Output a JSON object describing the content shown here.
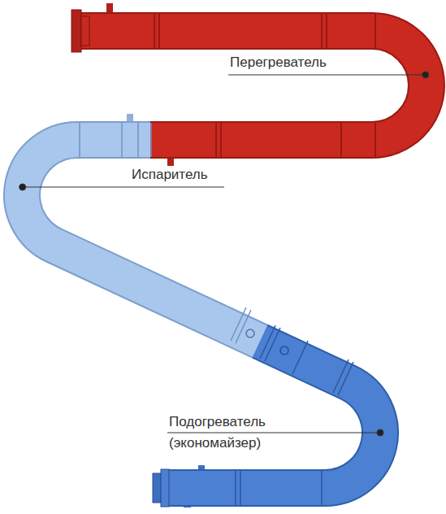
{
  "diagram": {
    "labels": [
      "Перегреватель",
      "Испаритель",
      "Подогреватель (экономайзер)"
    ]
  }
}
